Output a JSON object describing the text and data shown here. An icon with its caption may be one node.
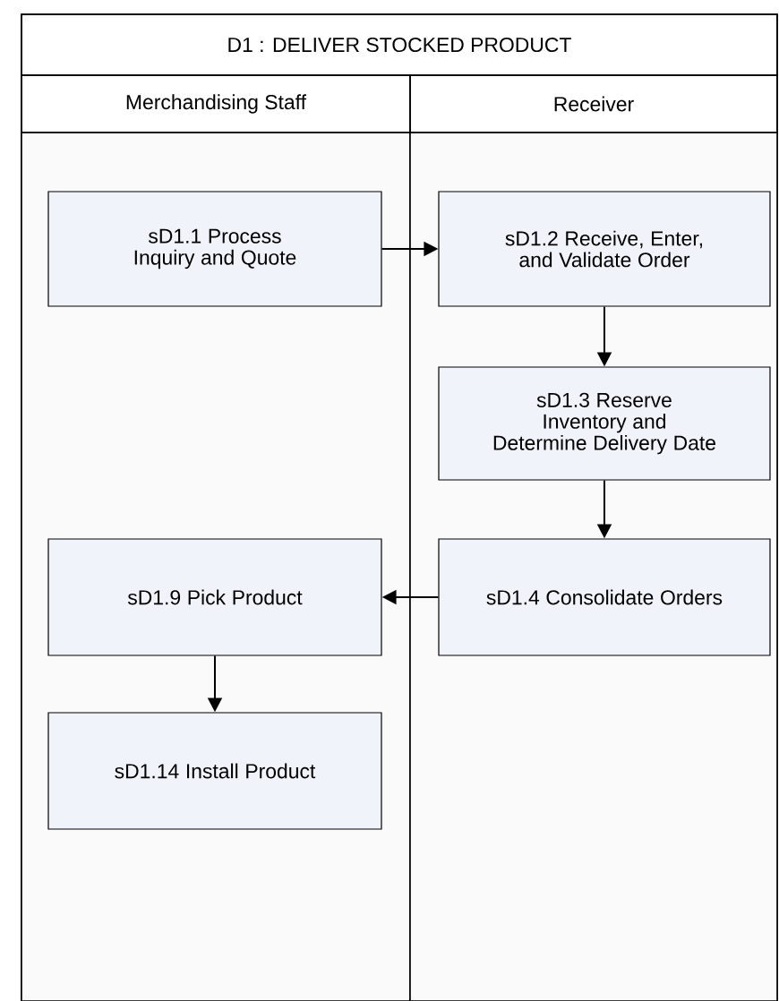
{
  "diagram": {
    "nodes": [
      {
        "text": [
          "D1 : DELIVER STOCKED PRODUCT"
        ]
      },
      {
        "text": [
          "Merchandising Staff"
        ],
        "in": 0
      },
      {
        "text": [
          "Receiver"
        ],
        "in": 0
      },
      {
        "text": [
          "sD1.1 Process Inquiry and Quote"
        ],
        "in": 1
      },
      {
        "text": [
          "sD1.2 Receive, Enter, and Validate Order"
        ],
        "in": 2
      },
      {
        "text": [
          "sD1.3 Reserve Inventory and Determine Delivery Date"
        ],
        "in": 2
      },
      {
        "text": [
          "sD1.4 Consolidate Orders"
        ],
        "in": 2
      },
      {
        "text": [
          "sD1.9 Pick Product"
        ],
        "in": 1
      },
      {
        "text": [
          "sD1.14 Install Product"
        ],
        "in": 1
      }
    ],
    "edges": [
      {
        "from": 3,
        "to": 4,
        "arrow": "to"
      },
      {
        "from": 4,
        "to": 5,
        "arrow": "to"
      },
      {
        "from": 5,
        "to": 6,
        "arrow": "to"
      },
      {
        "from": 6,
        "to": 7,
        "arrow": "to"
      },
      {
        "from": 7,
        "to": 8,
        "arrow": "to"
      }
    ]
  }
}
